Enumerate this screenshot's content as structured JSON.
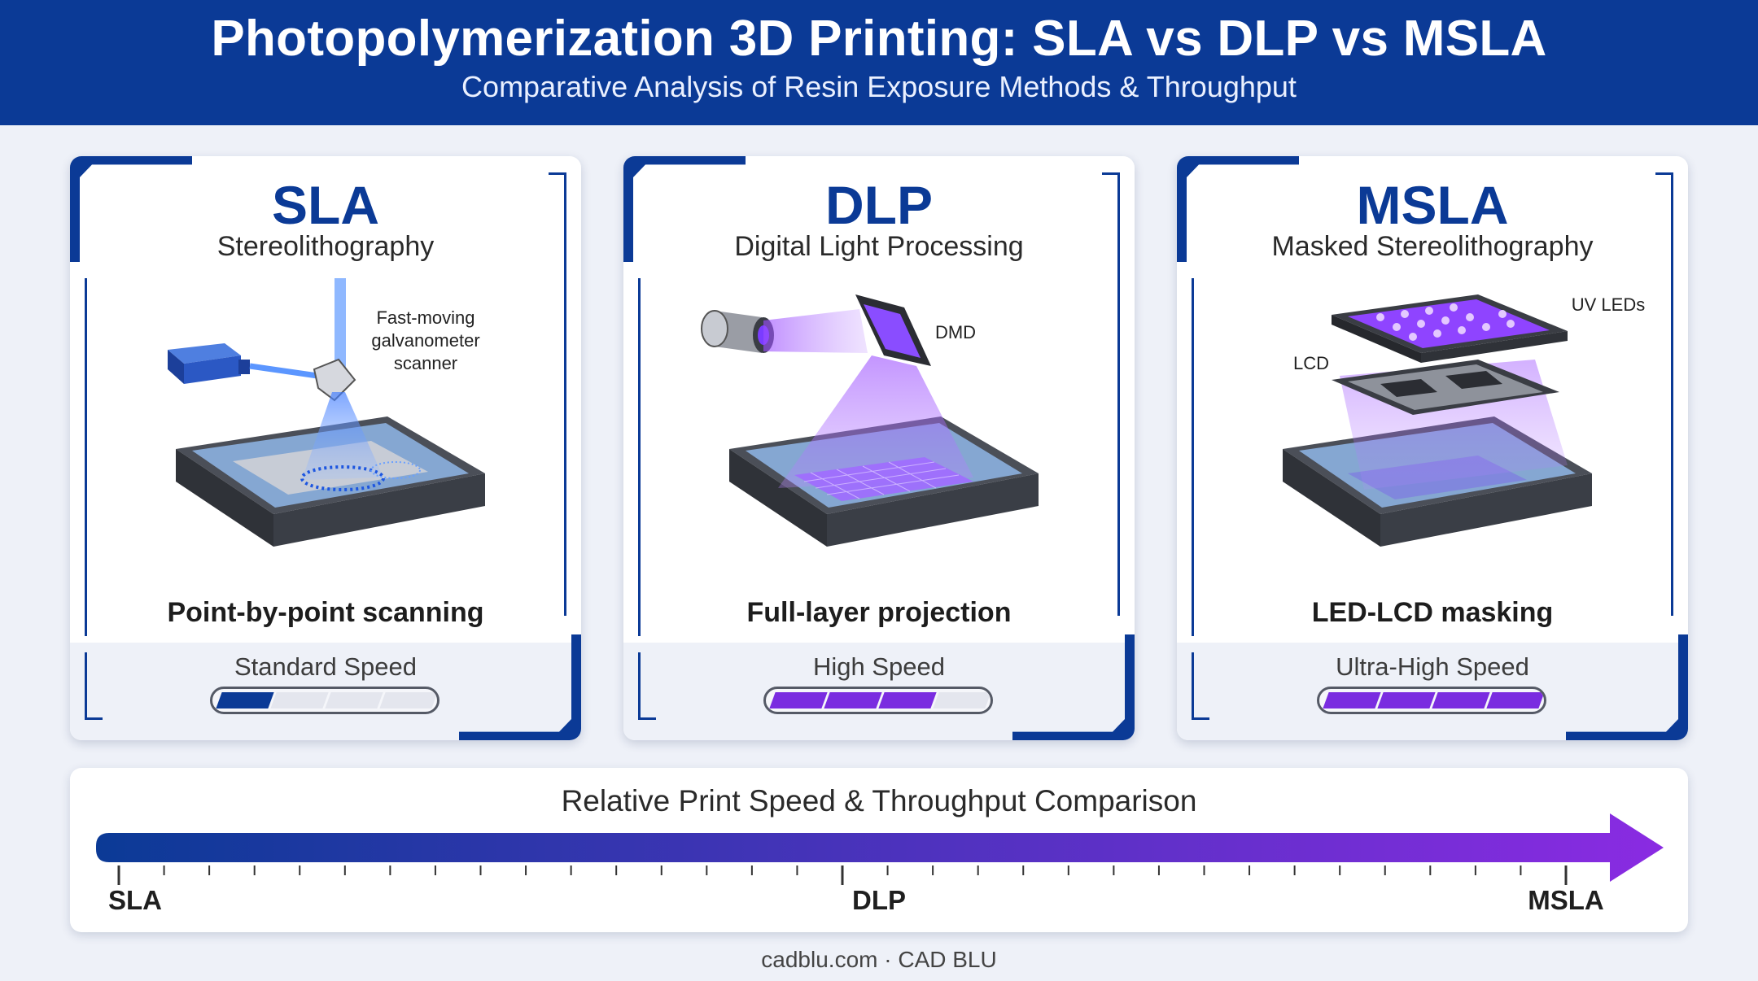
{
  "header": {
    "title": "Photopolymerization 3D Printing: SLA vs DLP vs MSLA",
    "subtitle": "Comparative Analysis of Resin Exposure Methods & Throughput"
  },
  "cards": [
    {
      "abbr": "SLA",
      "name": "Stereolithography",
      "callouts": [
        "Fast-moving",
        "galvanometer",
        "scanner"
      ],
      "method": "Point-by-point scanning",
      "speed_label": "Standard Speed",
      "speed_level": 1,
      "speed_max": 4,
      "fill_color": "#0b3a96"
    },
    {
      "abbr": "DLP",
      "name": "Digital Light Processing",
      "callouts": [
        "DMD"
      ],
      "method": "Full-layer projection",
      "speed_label": "High Speed",
      "speed_level": 3,
      "speed_max": 4,
      "fill_color": "#7a2ce0"
    },
    {
      "abbr": "MSLA",
      "name": "Masked Stereolithography",
      "callouts": [
        "UV LEDs",
        "LCD"
      ],
      "method": "LED-LCD masking",
      "speed_label": "Ultra-High Speed",
      "speed_level": 4,
      "speed_max": 4,
      "fill_color": "#7a2ce0"
    }
  ],
  "comparison": {
    "title": "Relative Print Speed & Throughput Comparison",
    "labels": [
      "SLA",
      "DLP",
      "MSLA"
    ],
    "gradient_start": "#0b3a96",
    "gradient_end": "#8a2be2"
  },
  "credit": "cadblu.com · CAD BLU"
}
